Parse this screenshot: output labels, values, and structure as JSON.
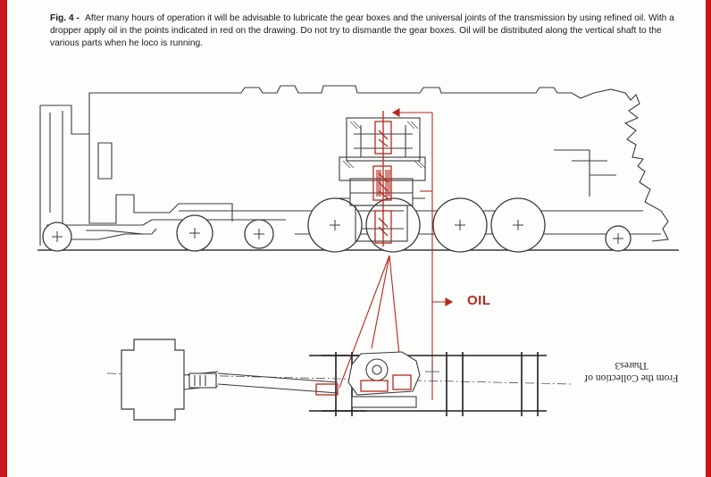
{
  "caption": {
    "lead": "Fig. 4 -",
    "text": "After many hours of operation it will be advisable to lubricate the gear boxes and the universal joints of the transmission by using refined oil. With a dropper apply oil in the points indicated in red on the drawing. Do not try to dismantle the gear boxes. Oil will be distributed along the vertical shaft to the various parts when he loco is running."
  },
  "oil_label": "OIL",
  "credit": {
    "line1": "From the Collection of",
    "line2": "Thares3"
  },
  "colors": {
    "border": "#c8161d",
    "oil_red": "#b5281f",
    "ink": "#333333"
  }
}
